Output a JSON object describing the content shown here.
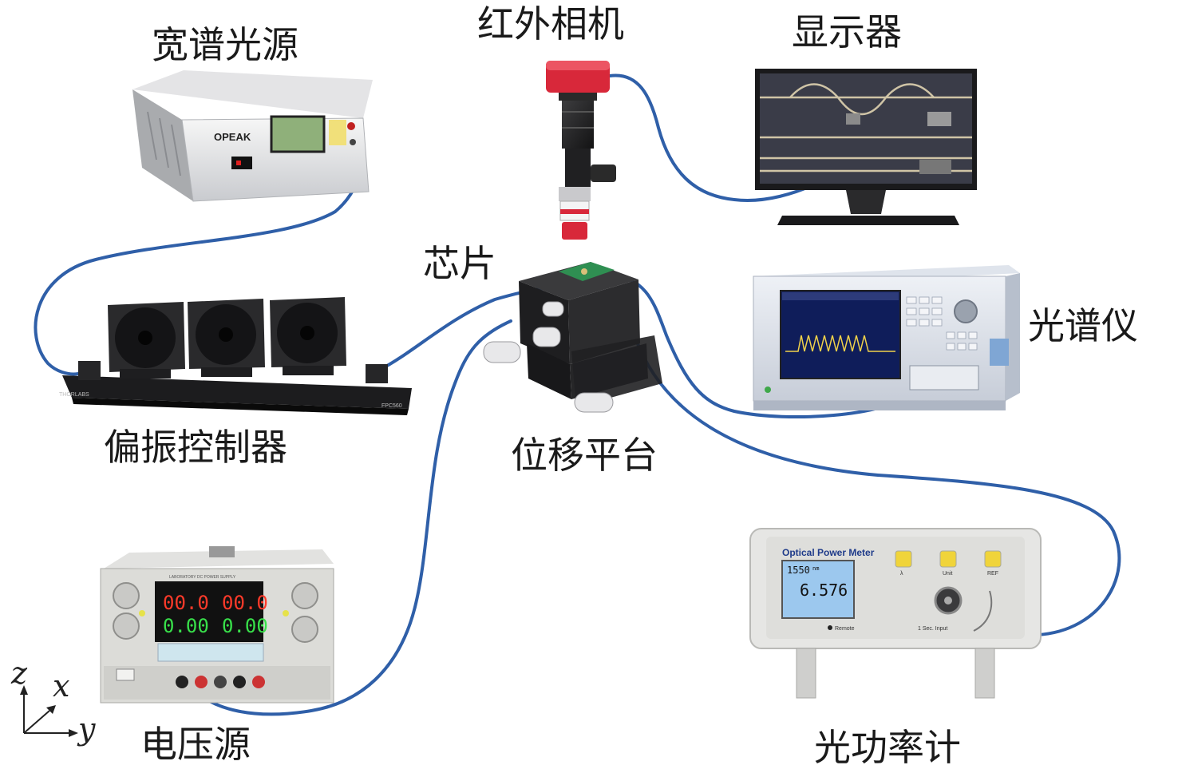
{
  "labels": {
    "broadband_source": "宽谱光源",
    "ir_camera": "红外相机",
    "display": "显示器",
    "chip": "芯片",
    "osa": "光谱仪",
    "polarization_controller": "偏振控制器",
    "stage": "位移平台",
    "voltage_source": "电压源",
    "power_meter": "光功率计"
  },
  "devices": {
    "source": {
      "brand": "OPEAK"
    },
    "power_meter": {
      "title": "Optical Power Meter",
      "wavelength": "1550",
      "wavelength_unit": "nm",
      "reading": "6.576",
      "btn1": "λ",
      "btn2": "Unit",
      "btn3": "REF",
      "remote": "Remote",
      "port": "1 Sec. Input"
    },
    "pol_ctrl": {
      "maker": "THORLABS",
      "model": "FPC560"
    },
    "voltage": {
      "title": "LABORATORY DC POWER SUPPLY",
      "v1": "00.0",
      "v2": "00.0",
      "a1": "0.00",
      "a2": "0.00"
    }
  },
  "axes": {
    "z": "z",
    "x": "x",
    "y": "y"
  },
  "colors": {
    "fiber": "#2f5fa8",
    "camera_red": "#d8283a",
    "display_bg": "#3a3c48",
    "lcd_green": "#dff2a8",
    "lcd_blue": "#9cc8ee"
  }
}
